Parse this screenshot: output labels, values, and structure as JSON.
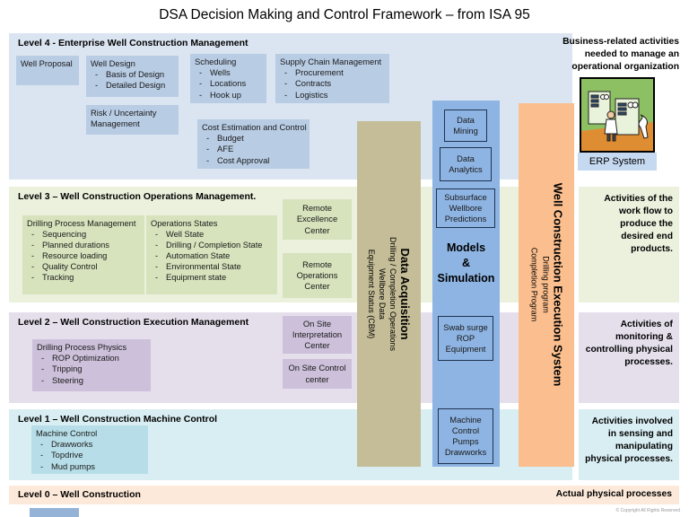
{
  "title": "DSA Decision Making and Control Framework – from ISA 95",
  "copyright": "© Copyright All Rights Reserved",
  "levels": {
    "l4": {
      "heading": "Level 4 - Enterprise Well Construction Management",
      "well_proposal": "Well Proposal",
      "well_design": {
        "title": "Well Design",
        "items": [
          "Basis of Design",
          "Detailed Design"
        ]
      },
      "risk": "Risk / Uncertainty Management",
      "scheduling": {
        "title": "Scheduling",
        "items": [
          "Wells",
          "Locations",
          "Hook up"
        ]
      },
      "supply_chain": {
        "title": "Supply Chain Management",
        "items": [
          "Procurement",
          "Contracts",
          "Logistics"
        ]
      },
      "cost": {
        "title": "Cost Estimation and Control",
        "items": [
          "Budget",
          "AFE",
          "Cost Approval"
        ]
      },
      "annotation": "Business-related activities needed to manage an operational organization"
    },
    "l3": {
      "heading": "Level 3 – Well Construction Operations Management.",
      "drilling_process_management": {
        "title": "Drilling Process Management",
        "items": [
          "Sequencing",
          "Planned durations",
          "Resource loading",
          "Quality Control",
          "Tracking"
        ]
      },
      "operations_states": {
        "title": "Operations States",
        "items": [
          "Well State",
          "Drilling / Completion State",
          "Automation State",
          "Environmental State",
          "Equipment state"
        ]
      },
      "remote_excellence": "Remote Excellence Center",
      "remote_operations": "Remote Operations Center",
      "annotation": "Activities of the work flow to produce the desired end products."
    },
    "l2": {
      "heading": "Level 2 – Well Construction Execution Management",
      "drilling_process_physics": {
        "title": "Drilling Process Physics",
        "items": [
          "ROP Optimization",
          "Tripping",
          "Steering"
        ]
      },
      "onsite_interpretation": "On Site Interpretation Center",
      "onsite_control": "On Site Control center",
      "annotation": "Activities of monitoring & controlling physical processes."
    },
    "l1": {
      "heading": "Level 1 – Well Construction Machine Control",
      "machine_control": {
        "title": "Machine Control",
        "items": [
          "Drawworks",
          "Topdrive",
          "Mud pumps"
        ]
      },
      "annotation": "Activities involved in sensing and manipulating physical  processes."
    },
    "l0": {
      "heading": "Level 0 – Well Construction",
      "annotation": "Actual physical  processes"
    }
  },
  "columns": {
    "data_acquisition": {
      "title": "Data Acquisition",
      "lines": [
        "Drilling / Completion Operations",
        "Wellbore Data",
        "Equipment Status (CBM)"
      ]
    },
    "models": {
      "data_mining": "Data Mining",
      "data_analytics": "Data Analytics",
      "subsurface": "Subsurface Wellbore Predictions",
      "center": "Models\n&\nSimulation",
      "swab": "Swab surge ROP Equipment",
      "machine_pumps": "Machine Control Pumps Drawworks"
    },
    "execution_system": {
      "title": "Well Construction Execution System",
      "lines": [
        "Drilling program",
        "Completion Program"
      ]
    }
  },
  "erp": {
    "caption": "ERP System"
  },
  "colors": {
    "level4_band": "#dbe5f1",
    "level4_box": "#b8cce4",
    "level3_band": "#ebf1dd",
    "level3_box": "#d6e3bc",
    "level2_band": "#e5dfec",
    "level2_box": "#ccc0da",
    "level1_band": "#d9eef3",
    "level1_box": "#b7dee8",
    "level0_band": "#fde9d9",
    "data_acquisition_column": "#c4bd97",
    "models_column": "#8eb4e3",
    "execution_column": "#fbbf8f",
    "erp_caption_box": "#c5d9f1"
  }
}
